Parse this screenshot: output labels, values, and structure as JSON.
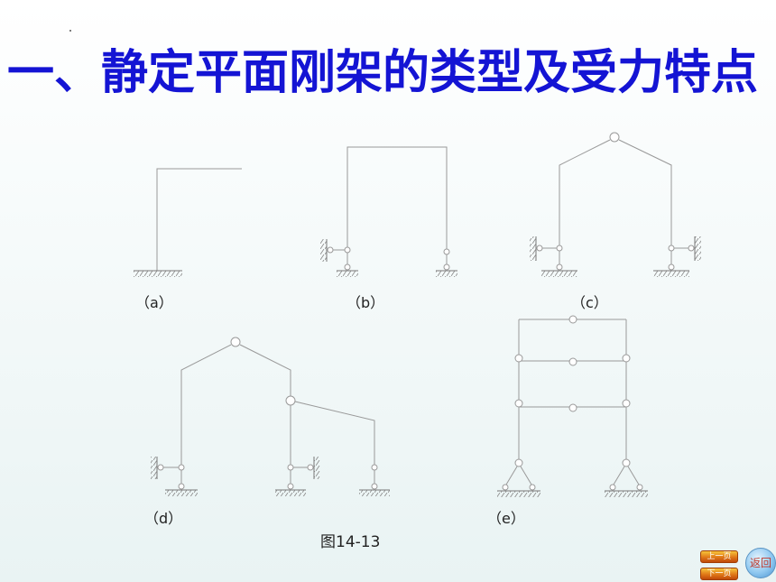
{
  "page": {
    "title": "一、静定平面刚架的类型及受力特点"
  },
  "figure": {
    "labels": {
      "a": "（a）",
      "b": "（b）",
      "c": "（c）",
      "d": "（d）",
      "e": "（e）"
    },
    "caption": "图14-13"
  },
  "nav": {
    "prev_label": "上一页",
    "next_label": "下一页",
    "return_label": "返回"
  },
  "colors": {
    "title": "#1414d4",
    "frame_line": "#999999",
    "nav_button": "#e07818",
    "return_button": "#8fc8f0"
  }
}
